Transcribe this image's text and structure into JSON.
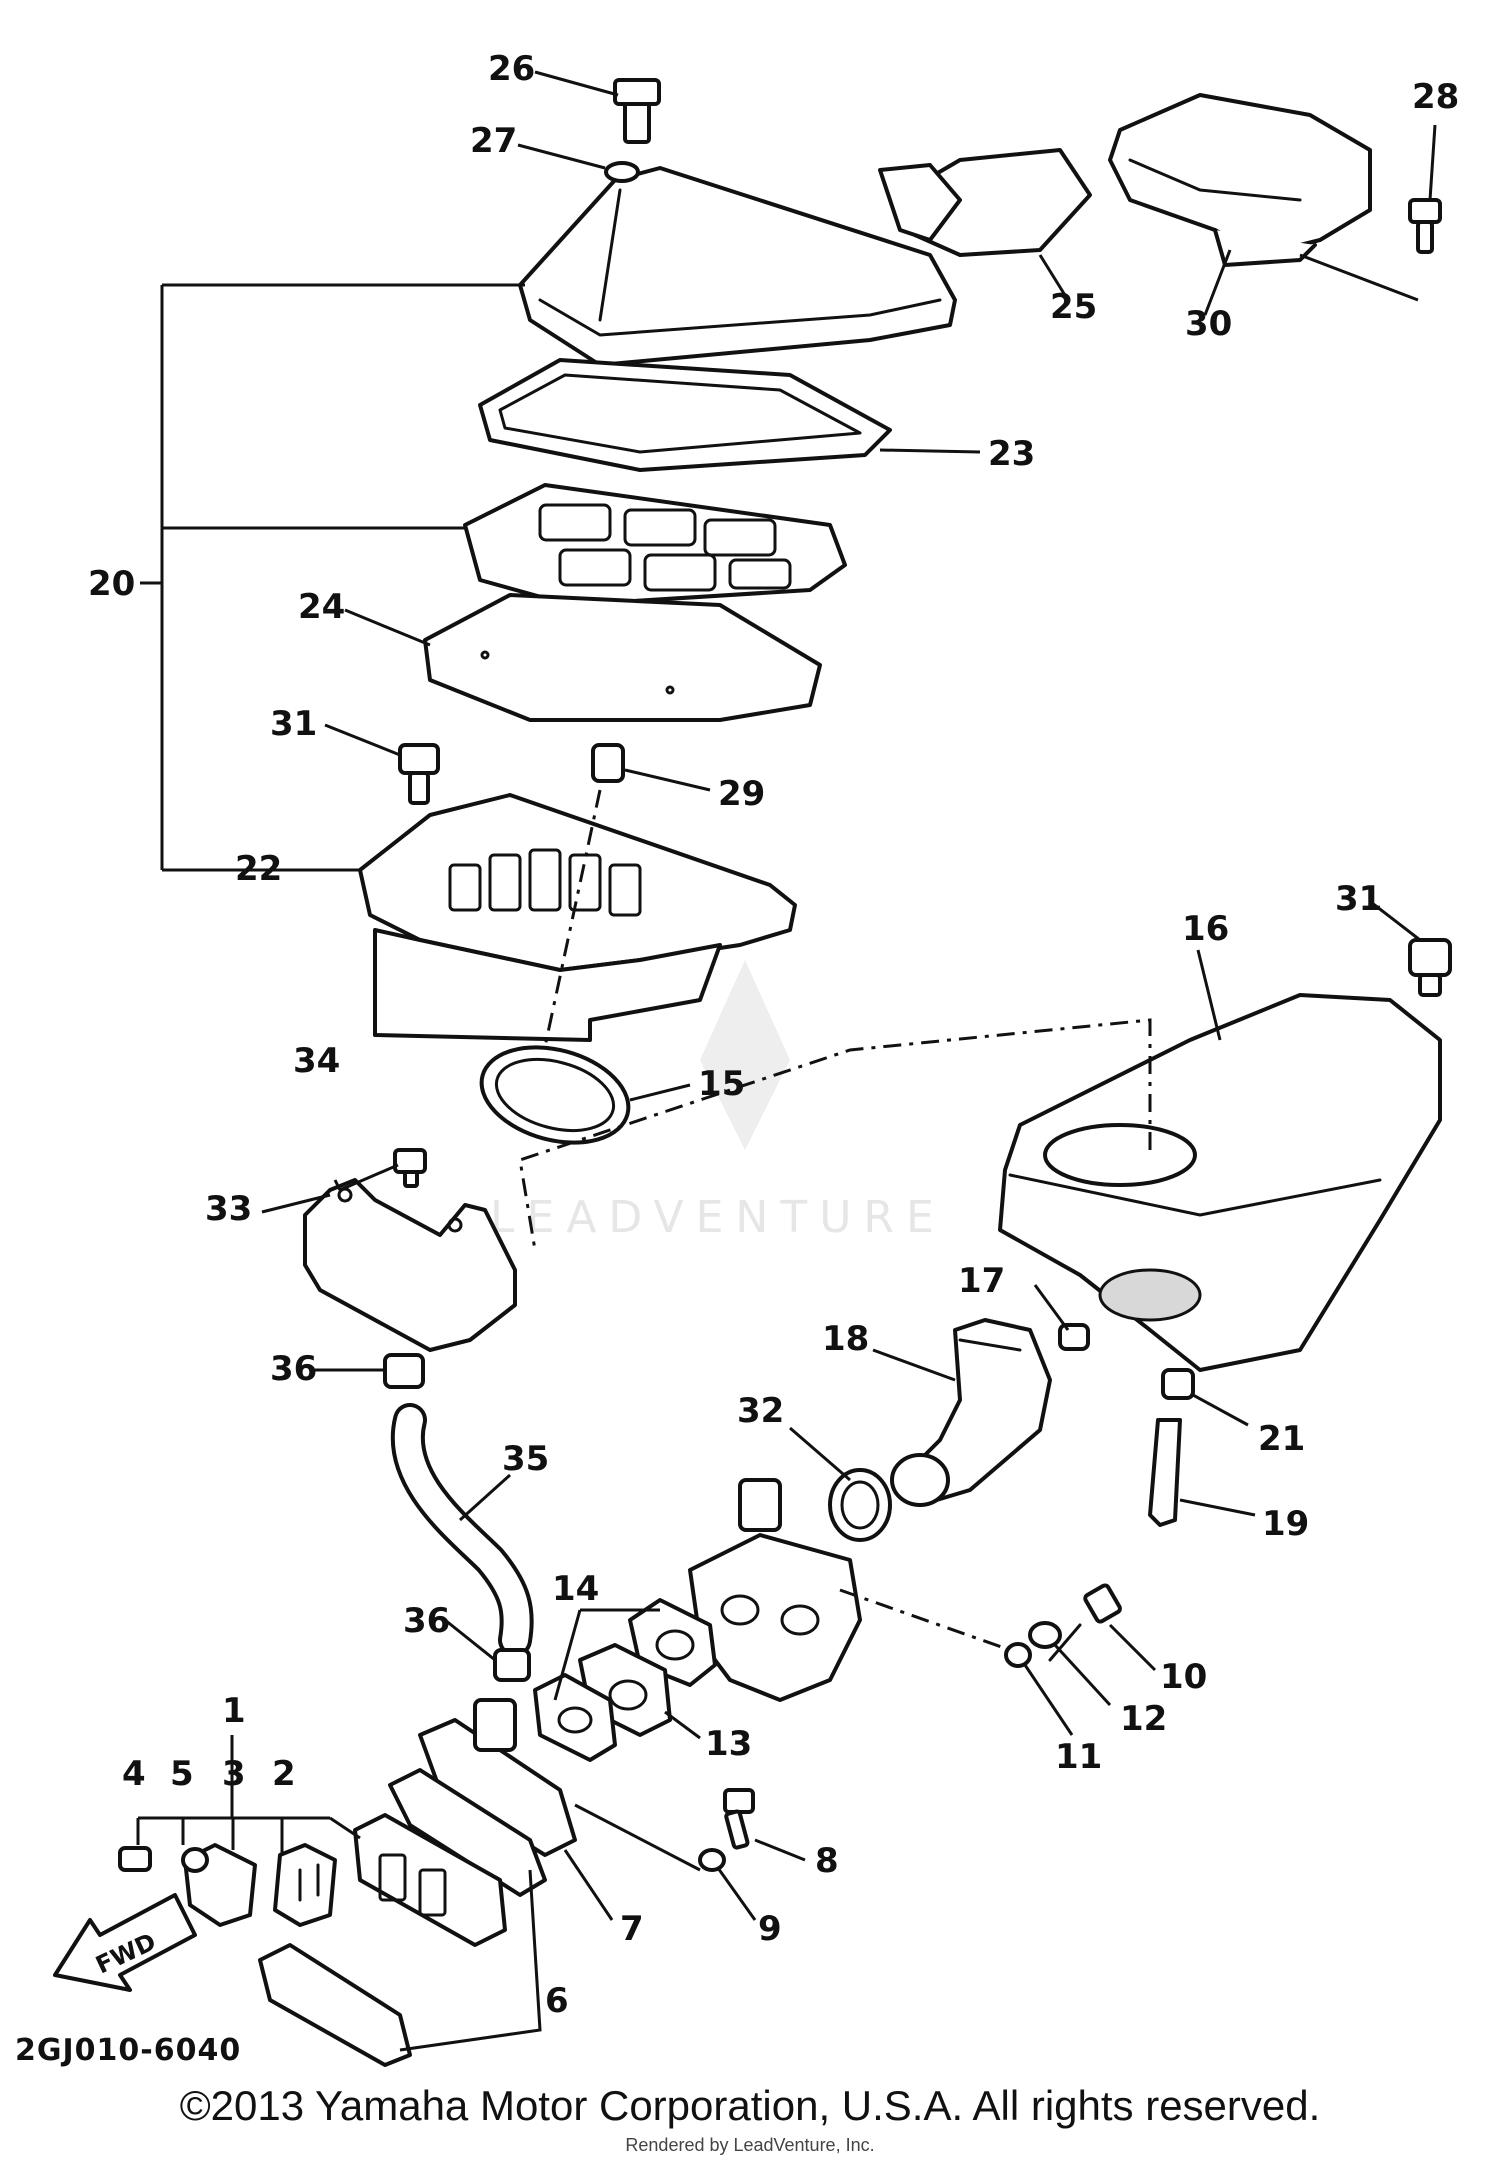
{
  "diagram_code": "2GJ010-6040",
  "fwd_label": "FWD",
  "watermark": "LEADVENTURE",
  "copyright": "©2013 Yamaha Motor Corporation, U.S.A. All rights reserved.",
  "rendered_by": "Rendered by LeadVenture, Inc.",
  "parts": {
    "p1": "1",
    "p2": "2",
    "p3": "3",
    "p4": "4",
    "p5": "5",
    "p6": "6",
    "p7": "7",
    "p8": "8",
    "p9": "9",
    "p10": "10",
    "p11": "11",
    "p12": "12",
    "p13": "13",
    "p14": "14",
    "p15": "15",
    "p16": "16",
    "p17": "17",
    "p18": "18",
    "p19": "19",
    "p20": "20",
    "p21": "21",
    "p22": "22",
    "p23": "23",
    "p24": "24",
    "p25": "25",
    "p26": "26",
    "p27": "27",
    "p28": "28",
    "p29": "29",
    "p30": "30",
    "p31a": "31",
    "p31b": "31",
    "p32": "32",
    "p33": "33",
    "p34": "34",
    "p35": "35",
    "p36a": "36",
    "p36b": "36"
  }
}
